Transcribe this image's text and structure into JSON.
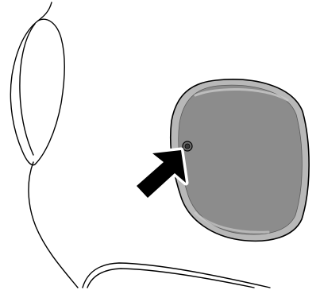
{
  "figure": {
    "type": "line-illustration",
    "text": "",
    "components": {
      "seat_outline": {
        "icon": "seat-outline"
      },
      "cover_panel": {
        "icon": "cover-panel"
      },
      "pointer": {
        "icon": "arrow-pointer",
        "points_to": "cover-screw"
      },
      "screw": {
        "icon": "screw-icon"
      }
    },
    "colors": {
      "line": "#000000",
      "panel_fill": "#8c8c8c",
      "panel_highlight": "#b8b8b8",
      "background": "#ffffff"
    }
  }
}
